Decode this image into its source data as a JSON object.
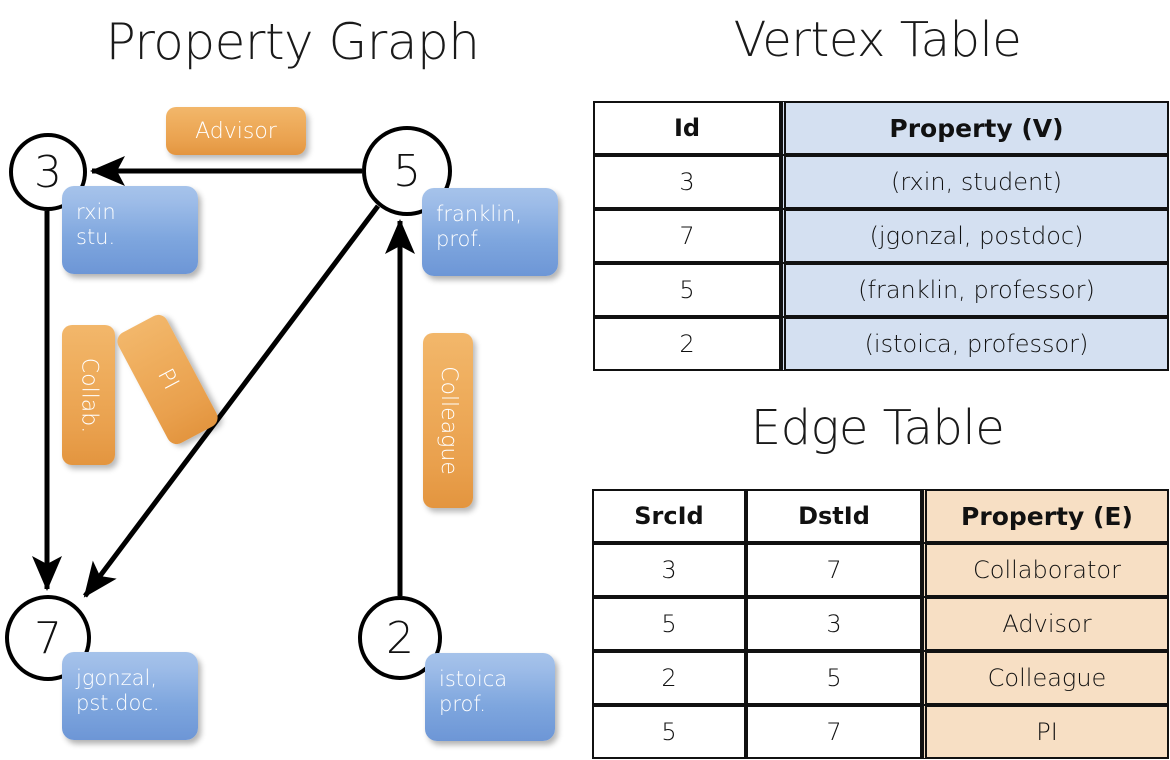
{
  "titles": {
    "property_graph": "Property Graph",
    "vertex_table": "Vertex Table",
    "edge_table": "Edge Table"
  },
  "graph": {
    "nodes": [
      {
        "id": "3",
        "label": "3",
        "property_line1": "rxin",
        "property_line2": "stu."
      },
      {
        "id": "5",
        "label": "5",
        "property_line1": "franklin,",
        "property_line2": "prof."
      },
      {
        "id": "7",
        "label": "7",
        "property_line1": "jgonzal,",
        "property_line2": "pst.doc."
      },
      {
        "id": "2",
        "label": "2",
        "property_line1": "istoica",
        "property_line2": "prof."
      }
    ],
    "edge_labels": {
      "advisor": "Advisor",
      "collab": "Collab.",
      "pi": "PI",
      "colleague": "Colleague"
    }
  },
  "vertex_table": {
    "headers": [
      "Id",
      "Property (V)"
    ],
    "rows": [
      {
        "id": "3",
        "property": "(rxin, student)"
      },
      {
        "id": "7",
        "property": "(jgonzal, postdoc)"
      },
      {
        "id": "5",
        "property": "(franklin, professor)"
      },
      {
        "id": "2",
        "property": "(istoica, professor)"
      }
    ]
  },
  "edge_table": {
    "headers": [
      "SrcId",
      "DstId",
      "Property (E)"
    ],
    "rows": [
      {
        "src": "3",
        "dst": "7",
        "property": "Collaborator"
      },
      {
        "src": "5",
        "dst": "3",
        "property": "Advisor"
      },
      {
        "src": "2",
        "dst": "5",
        "property": "Colleague"
      },
      {
        "src": "5",
        "dst": "7",
        "property": "PI"
      }
    ]
  },
  "colors": {
    "vertex_property_fill": "#d4e0f1",
    "edge_property_fill": "#f7dfc4",
    "node_box_blue": "#7ea6de",
    "edge_label_orange": "#e9a04d",
    "stroke": "#111111"
  }
}
